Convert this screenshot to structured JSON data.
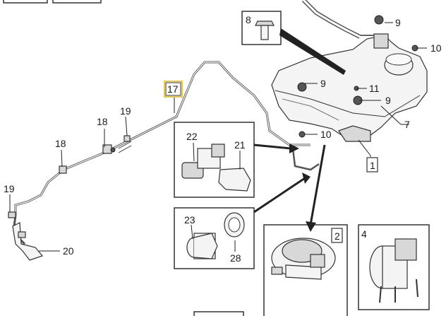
{
  "callouts": {
    "c1": "1",
    "c2": "2",
    "c4": "4",
    "c7": "7",
    "c8": "8",
    "c9a": "9",
    "c9b": "9",
    "c9c": "9",
    "c10a": "10",
    "c10b": "10",
    "c11": "11",
    "c17": "17",
    "c18a": "18",
    "c18b": "18",
    "c19a": "19",
    "c19b": "19",
    "c20": "20",
    "c21": "21",
    "c22": "22",
    "c23": "23",
    "c28": "28"
  },
  "colors": {
    "highlight_border": "#e8c84a",
    "line": "#222222"
  }
}
